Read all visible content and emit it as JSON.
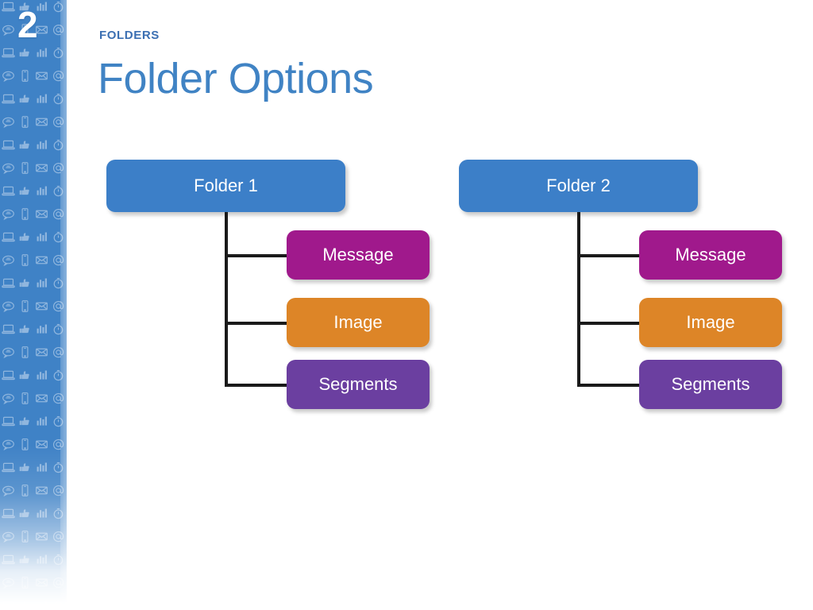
{
  "slide": {
    "number": "2",
    "eyebrow": "FOLDERS",
    "title": "Folder Options",
    "background_color": "#FFFFFF"
  },
  "sidebar": {
    "background_color": "#3F82C6",
    "icon_names": [
      "laptop-icon",
      "thumbs-up-icon",
      "bar-chart-icon",
      "stopwatch-icon",
      "speech-bubble-icon",
      "smartphone-icon",
      "envelope-icon",
      "at-sign-icon"
    ]
  },
  "colors": {
    "folder": "#3C7FC8",
    "message": "#A0198C",
    "image": "#DD8527",
    "segments": "#6B3FA0",
    "connector": "#1A1A1A",
    "title": "#4083C4",
    "eyebrow": "#3B6FB2"
  },
  "diagram": {
    "trees": [
      {
        "root": {
          "label": "Folder 1",
          "color": "#3C7FC8"
        },
        "children": [
          {
            "label": "Message",
            "color": "#A0198C"
          },
          {
            "label": "Image",
            "color": "#DD8527"
          },
          {
            "label": "Segments",
            "color": "#6B3FA0"
          }
        ]
      },
      {
        "root": {
          "label": "Folder 2",
          "color": "#3C7FC8"
        },
        "children": [
          {
            "label": "Message",
            "color": "#A0198C"
          },
          {
            "label": "Image",
            "color": "#DD8527"
          },
          {
            "label": "Segments",
            "color": "#6B3FA0"
          }
        ]
      }
    ]
  }
}
